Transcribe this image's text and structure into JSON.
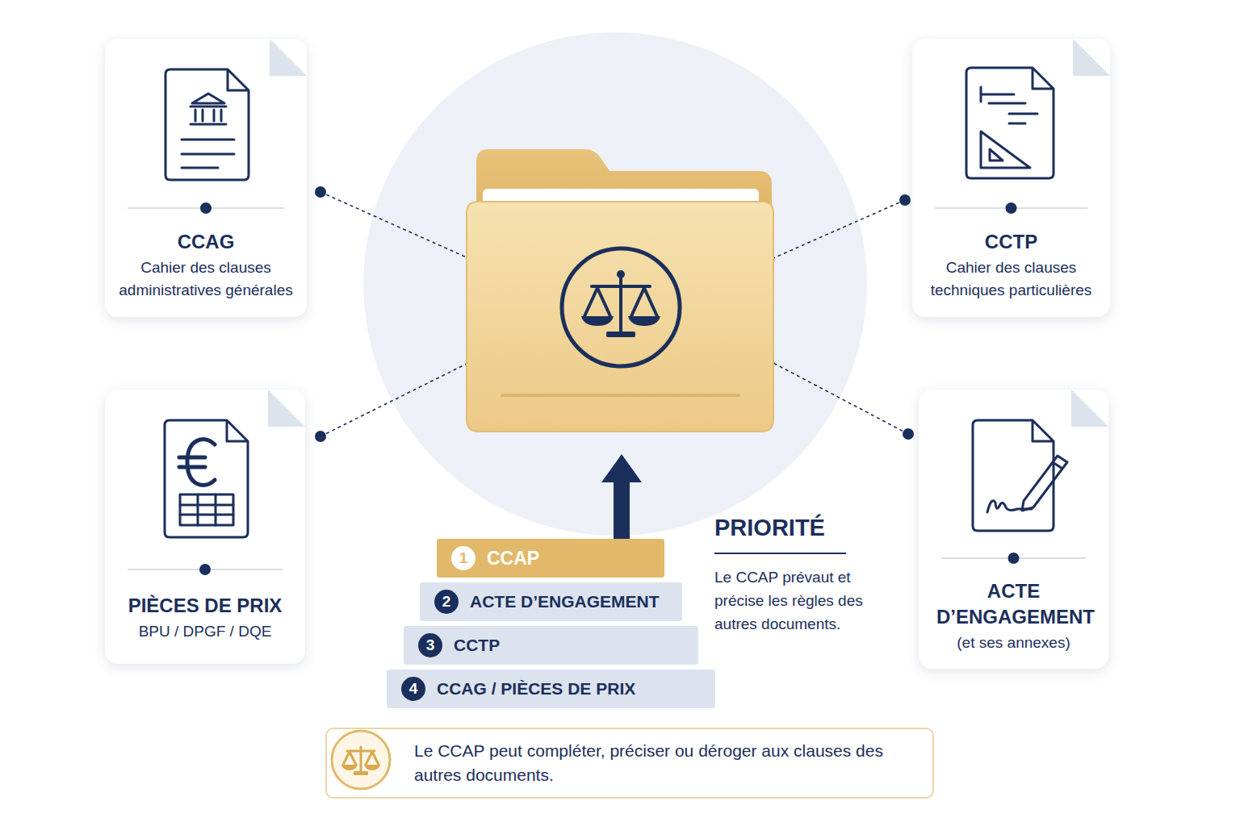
{
  "diagram": {
    "nodes": [
      {
        "text": [
          "CCAG",
          "Cahier des clauses administratives générales"
        ]
      },
      {
        "text": [
          "CCTP",
          "Cahier des clauses techniques particulières"
        ]
      },
      {
        "text": [
          "PIÈCES DE PRIX",
          "BPU / DPGF / DQE"
        ]
      },
      {
        "text": [
          "ACTE D’ENGAGEMENT",
          "(et ses annexes)"
        ]
      },
      {
        "text": [
          "1",
          "CCAP"
        ]
      },
      {
        "text": [
          "2",
          "ACTE D’ENGAGEMENT"
        ]
      },
      {
        "text": [
          "3",
          "CCTP"
        ]
      },
      {
        "text": [
          "4",
          "CCAG / PIÈCES DE PRIX"
        ]
      },
      {
        "text": [
          "Le CCAP peut compléter, préciser ou déroger aux clauses des autres documents."
        ]
      }
    ],
    "labels": [
      "PRIORITÉ",
      "Le CCAP prévaut et précise les règles des autres documents."
    ]
  }
}
